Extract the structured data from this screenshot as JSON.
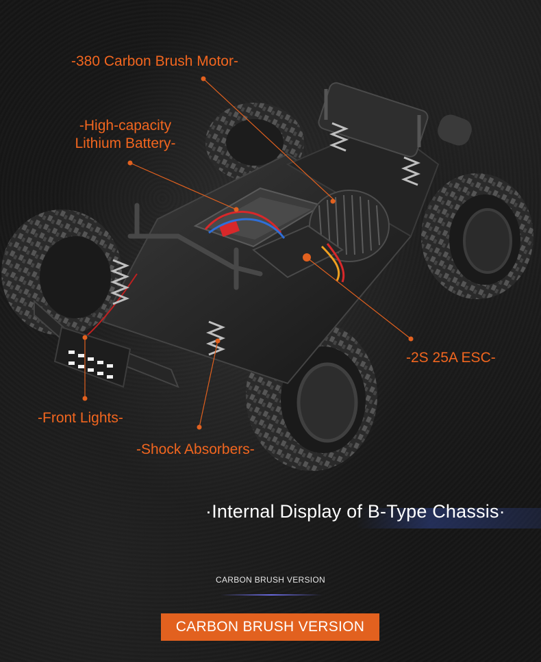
{
  "callouts": {
    "motor": "-380 Carbon Brush Motor-",
    "battery_line1": "-High-capacity",
    "battery_line2": "Lithium Battery-",
    "esc": "-2S 25A ESC-",
    "front_lights": "-Front Lights-",
    "shock_absorbers": "-Shock Absorbers-"
  },
  "heading": "·Internal Display of B-Type Chassis·",
  "subcaption": "CARBON BRUSH VERSION",
  "version_button": "CARBON BRUSH VERSION",
  "colors": {
    "accent": "#e2611f",
    "callout_text": "#f2661f",
    "background": "#151515"
  }
}
